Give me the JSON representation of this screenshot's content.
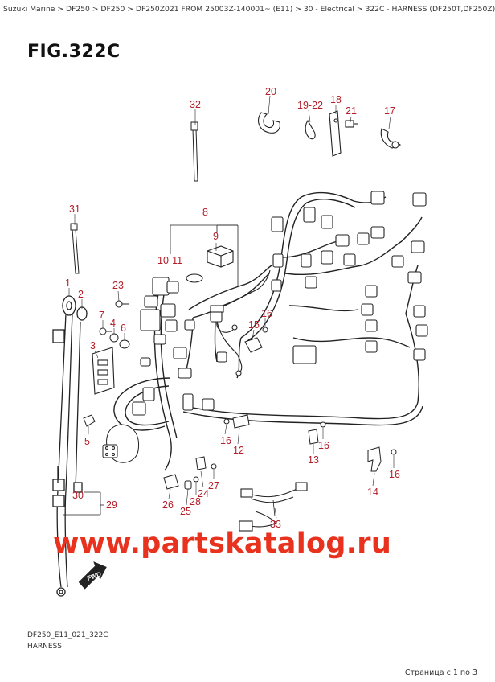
{
  "breadcrumb": "Suzuki Marine > DF250 > DF250 > DF250Z021 FROM 25003Z-140001~ (E11) > 30 - Electrical > 322C - HARNESS (DF250T,DF250Z)",
  "figure_title": "FIG.322C",
  "callouts": [
    "32",
    "20",
    "19-22",
    "18",
    "21",
    "17",
    "31",
    "8",
    "9",
    "10-11",
    "1",
    "2",
    "23",
    "7",
    "4",
    "6",
    "3",
    "16",
    "15",
    "5",
    "16",
    "12",
    "16",
    "13",
    "16",
    "14",
    "27",
    "24",
    "28",
    "26",
    "25",
    "30",
    "29",
    "33"
  ],
  "footer": {
    "code": "DF250_E11_021_322C",
    "caption": "HARNESS"
  },
  "watermark": "www.partskatalog.ru",
  "fwd_label": "FWD",
  "pager": "Страница с 1 по 3",
  "colors": {
    "callout": "#b3202a",
    "watermark": "#e8321e",
    "line": "#222222"
  }
}
